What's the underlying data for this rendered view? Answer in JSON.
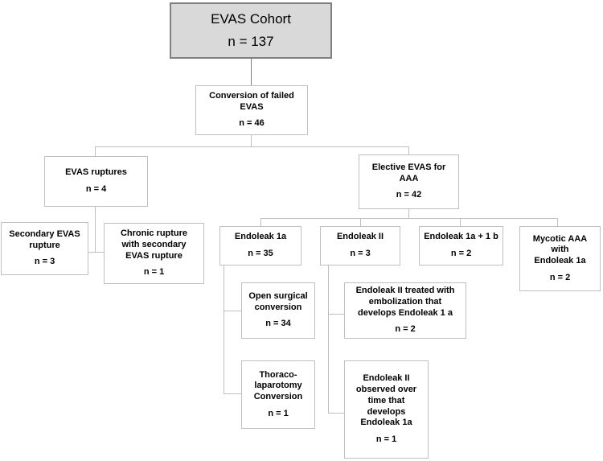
{
  "diagram": {
    "title": "EVAS Cohort flow diagram",
    "accent_fill": "#d9d9d9",
    "box_border": "#bfbfbf",
    "root_border": "#7f7f7f"
  },
  "nodes": {
    "root": {
      "title": "EVAS Cohort",
      "count": "n = 137"
    },
    "conversion": {
      "title": "Conversion  of failed\nEVAS",
      "count": "n = 46"
    },
    "evas_ruptures": {
      "title": "EVAS ruptures",
      "count": "n = 4"
    },
    "elective_evas": {
      "title": "Elective EVAS for\nAAA",
      "count": "n = 42"
    },
    "secondary_rupture": {
      "title": "Secondary EVAS\nrupture",
      "count": "n = 3"
    },
    "chronic_rupture": {
      "title": "Chronic  rupture\nwith secondary\nEVAS rupture",
      "count": "n = 1"
    },
    "endoleak_1a": {
      "title": "Endoleak 1a",
      "count": "n = 35"
    },
    "endoleak_ii": {
      "title": "Endoleak II",
      "count": "n = 3"
    },
    "endoleak_1a_1b": {
      "title": "Endoleak 1a + 1 b",
      "count": "n = 2"
    },
    "mycotic_aaa": {
      "title": "Mycotic  AAA\nwith\nEndoleak  1a",
      "count": "n = 2"
    },
    "open_surgical": {
      "title": "Open surgical\nconversion",
      "count": "n = 34"
    },
    "thoraco": {
      "title": "Thoraco-\nlaparotomy\nConversion",
      "count": "n = 1"
    },
    "endoleak_ii_embolization": {
      "title": "Endoleak II treated with\nembolization that\ndevelops Endoleak 1 a",
      "count": "n = 2"
    },
    "endoleak_ii_observed": {
      "title": "Endoleak II\nobserved over\ntime that\ndevelops\nEndoleak 1a",
      "count": "n = 1"
    }
  }
}
